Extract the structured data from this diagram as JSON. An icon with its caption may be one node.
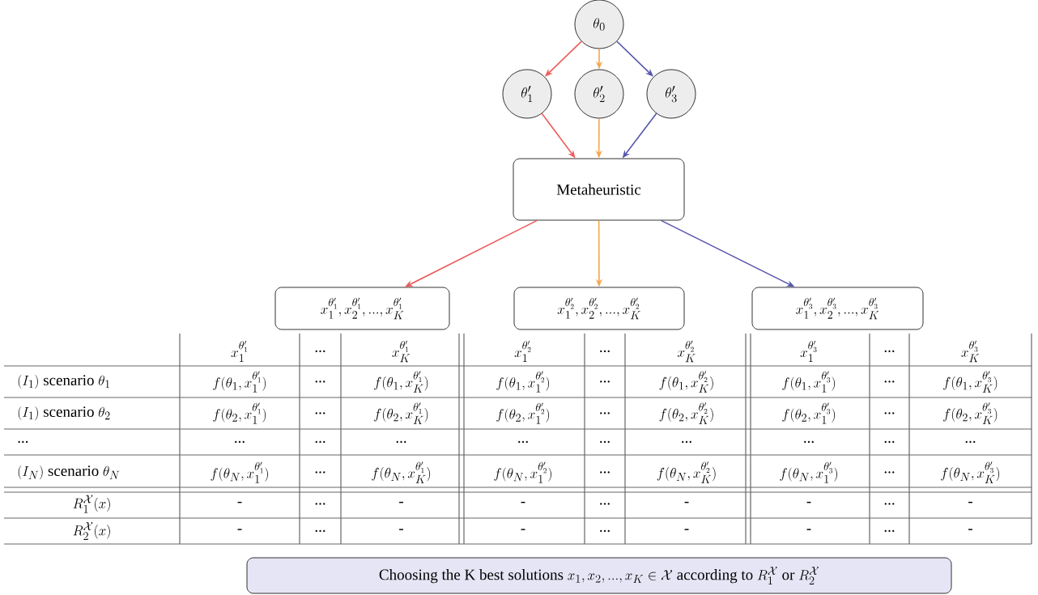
{
  "diagram": {
    "nodes": [
      {
        "text": [
          "\\theta_0"
        ]
      },
      {
        "text": [
          "\\theta'_1"
        ]
      },
      {
        "text": [
          "\\theta'_2"
        ]
      },
      {
        "text": [
          "\\theta'_3"
        ]
      },
      {
        "text": [
          "Metaheuristic"
        ]
      },
      {
        "text": [
          "x_1^{\\theta'_1}, x_2^{\\theta'_1}, ..., x_K^{\\theta'_1}"
        ]
      },
      {
        "text": [
          "x_1^{\\theta'_2}, x_2^{\\theta'_2}, ..., x_K^{\\theta'_2}"
        ]
      },
      {
        "text": [
          "x_1^{\\theta'_3}, x_2^{\\theta'_3}, ..., x_K^{\\theta'_3}"
        ]
      },
      {
        "text": [
          "\\text{Choosing the K best solutions } x_1, x_2, ..., x_K \\in \\mathcal{X} \\text{ according to } R_1^{\\mathcal{X}} \\text{ or } R_2^{\\mathcal{X}}"
        ]
      }
    ],
    "edges": [
      {
        "from": 0,
        "to": 1,
        "arrow": "to",
        "color": "#ee5c5c"
      },
      {
        "from": 0,
        "to": 2,
        "arrow": "to",
        "color": "#f5a64c"
      },
      {
        "from": 0,
        "to": 3,
        "arrow": "to",
        "color": "#5656aa"
      },
      {
        "from": 1,
        "to": 4,
        "arrow": "to",
        "color": "#ee5c5c"
      },
      {
        "from": 2,
        "to": 4,
        "arrow": "to",
        "color": "#f5a64c"
      },
      {
        "from": 3,
        "to": 4,
        "arrow": "to",
        "color": "#5656aa"
      },
      {
        "from": 4,
        "to": 5,
        "arrow": "to",
        "color": "#ee5c5c"
      },
      {
        "from": 4,
        "to": 6,
        "arrow": "to",
        "color": "#f5a64c"
      },
      {
        "from": 4,
        "to": 7,
        "arrow": "to",
        "color": "#5656aa"
      }
    ],
    "labels": [
      "x_1^{\\theta'_1}",
      "...",
      "x_K^{\\theta'_1}",
      "x_1^{\\theta'_2}",
      "...",
      "x_K^{\\theta'_2}",
      "x_1^{\\theta'_3}",
      "...",
      "x_K^{\\theta'_3}",
      "(I_1)\\ \\text{scenario}\\ \\theta_1",
      "f(\\theta_1, x_1^{\\theta'_1})",
      "...",
      "f(\\theta_1, x_K^{\\theta'_1})",
      "f(\\theta_1, x_1^{\\theta'_2})",
      "...",
      "f(\\theta_1, x_K^{\\theta'_2})",
      "f(\\theta_1, x_1^{\\theta'_3})",
      "...",
      "f(\\theta_1, x_K^{\\theta'_3})",
      "(I_1)\\ \\text{scenario}\\ \\theta_2",
      "f(\\theta_2, x_1^{\\theta'_1})",
      "...",
      "f(\\theta_2, x_K^{\\theta'_1})",
      "f(\\theta_2, x_1^{\\theta'_2})",
      "...",
      "f(\\theta_2, x_K^{\\theta'_2})",
      "f(\\theta_2, x_1^{\\theta'_3})",
      "...",
      "f(\\theta_2, x_K^{\\theta'_3})",
      "...",
      "...",
      "...",
      "...",
      "...",
      "...",
      "...",
      "...",
      "...",
      "...",
      "(I_N)\\ \\text{scenario}\\ \\theta_N",
      "f(\\theta_N, x_1^{\\theta'_1})",
      "...",
      "f(\\theta_N, x_K^{\\theta'_1})",
      "f(\\theta_N, x_1^{\\theta'_2})",
      "...",
      "f(\\theta_N, x_K^{\\theta'_2})",
      "f(\\theta_N, x_1^{\\theta'_3})",
      "...",
      "f(\\theta_N, x_K^{\\theta'_3})",
      "R_1^{\\mathcal{X}}(x)",
      "-",
      "...",
      "-",
      "-",
      "...",
      "-",
      "-",
      "...",
      "-",
      "R_2^{\\mathcal{X}}(x)",
      "-",
      "...",
      "-",
      "-",
      "...",
      "-",
      "-",
      "...",
      "-"
    ]
  }
}
